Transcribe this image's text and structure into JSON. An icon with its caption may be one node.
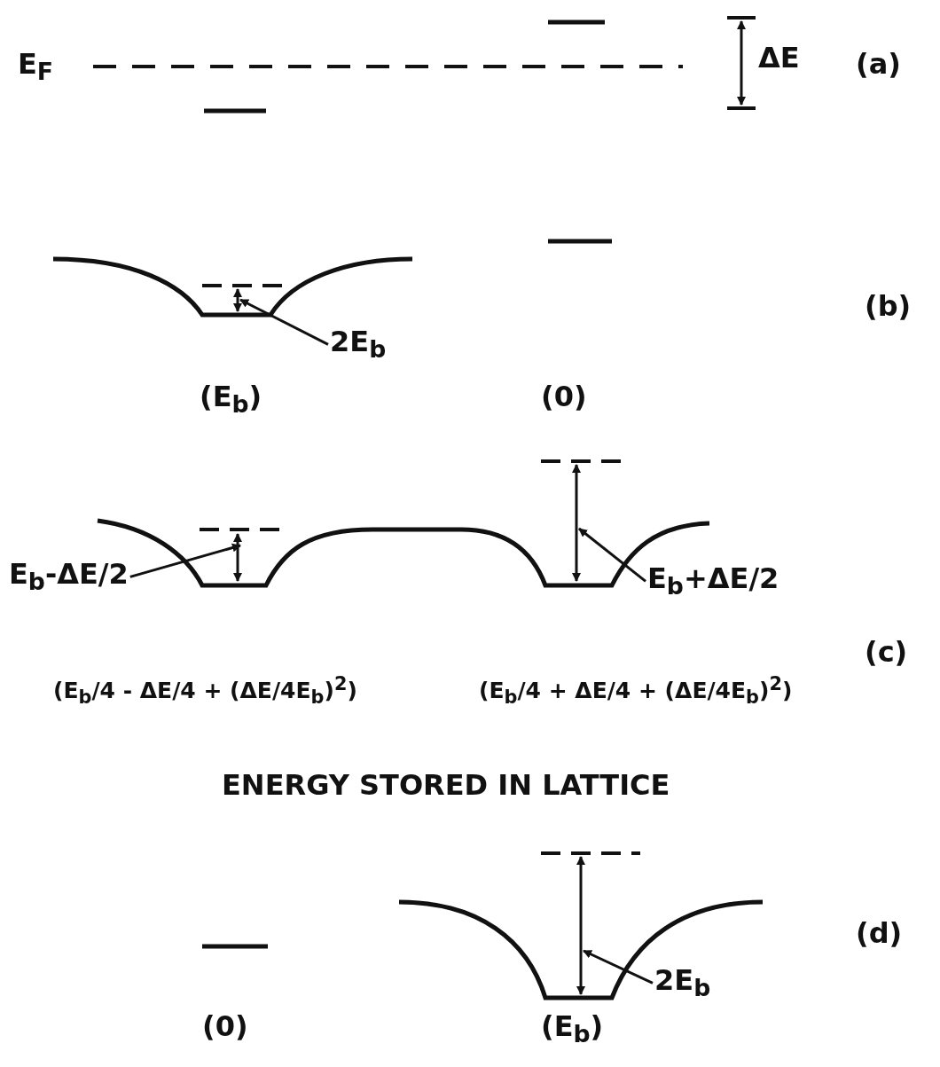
{
  "diagram": {
    "nodes": [
      {
        "text": [
          "2E$_{b}$"
        ]
      },
      {
        "text": [
          "E$_{b}$-ΔE/2"
        ]
      },
      {
        "text": [
          "E$_{b}$+ΔE/2"
        ]
      },
      {
        "text": [
          "2E$_{b}$"
        ]
      },
      {
        "text": [],
        "shape": "arrow"
      },
      {
        "text": [],
        "shape": "arrow"
      },
      {
        "text": [],
        "shape": "arrow"
      },
      {
        "text": [],
        "shape": "arrow"
      }
    ],
    "edges": [
      {
        "from": 0,
        "to": 4,
        "arrow": "to"
      },
      {
        "from": 1,
        "to": 5,
        "arrow": "to"
      },
      {
        "from": 2,
        "to": 6,
        "arrow": "to"
      },
      {
        "from": 3,
        "to": 7,
        "arrow": "to"
      }
    ],
    "labels": [
      "E$_{F}$",
      "ΔE",
      "(a)",
      "(b)",
      "(E$_{b}$)",
      "(0)",
      "(c)",
      "(E$_{b}$/4 - ΔE/4 + (ΔE/4E$_{b}$)$^{2}$)",
      "(E$_{b}$/4 + ΔE/4 + (ΔE/4E$_{b}$)$^{2}$)",
      "ENERGY STORED IN LATTICE",
      "(d)",
      "(0)",
      "(E$_{b}$)"
    ]
  }
}
